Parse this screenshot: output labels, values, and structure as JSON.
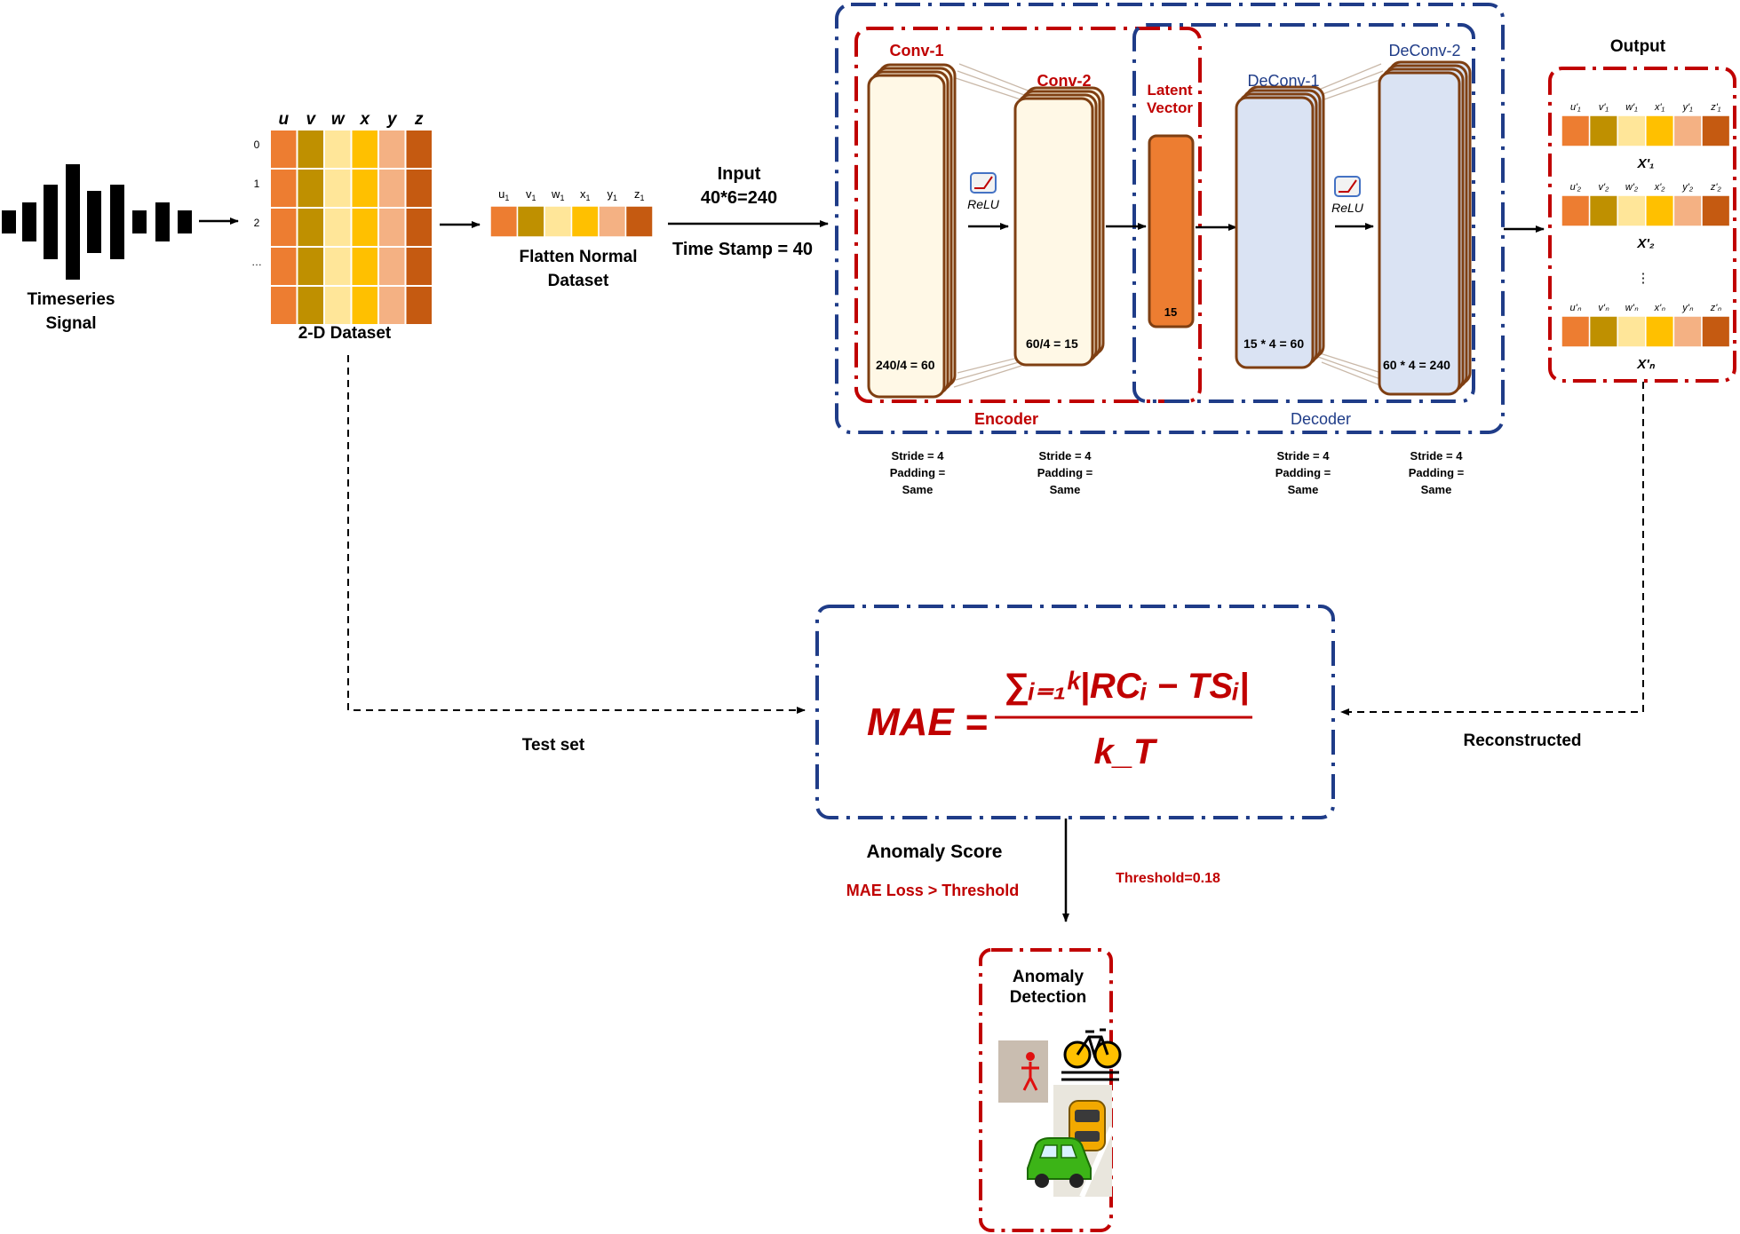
{
  "colors": {
    "orange": "#ED7D31",
    "olive": "#BF9000",
    "cream": "#FFE699",
    "gold": "#FFC000",
    "peach": "#F4B183",
    "rust": "#C55A11",
    "encoder_red": "#C00000",
    "decoder_blue": "#1F3C88",
    "conv_fill": "#FFF8E6",
    "deconv_fill": "#DAE3F3",
    "conv_stroke": "#7F3F12",
    "latent_fill": "#ED7D31"
  },
  "signal": {
    "label_line1": "Timeseries",
    "label_line2": "Signal"
  },
  "dataset2d": {
    "columns": [
      "u",
      "v",
      "w",
      "x",
      "y",
      "z"
    ],
    "rows": [
      "0",
      "1",
      "2",
      "…"
    ],
    "label": "2-D Dataset"
  },
  "flatten": {
    "cells": [
      "u",
      "v",
      "w",
      "x",
      "y",
      "z"
    ],
    "subscript": "1",
    "label_line1": "Flatten Normal",
    "label_line2": "Dataset"
  },
  "input_info": {
    "line1": "Input",
    "line2": "40*6=240",
    "line3": "Time Stamp = 40"
  },
  "model": {
    "conv1": {
      "title": "Conv-1",
      "size": "240/4 = 60",
      "stride": "Stride = 4",
      "padding": "Padding =",
      "padding2": "Same"
    },
    "conv2": {
      "title": "Conv-2",
      "size": "60/4 = 15",
      "stride": "Stride = 4",
      "padding": "Padding =",
      "padding2": "Same"
    },
    "latent": {
      "title_line1": "Latent",
      "title_line2": "Vector",
      "size": "15"
    },
    "deconv1": {
      "title": "DeConv-1",
      "size": "15 * 4 = 60",
      "stride": "Stride = 4",
      "padding": "Padding =",
      "padding2": "Same"
    },
    "deconv2": {
      "title": "DeConv-2",
      "size": "60 * 4 = 240",
      "stride": "Stride = 4",
      "padding": "Padding =",
      "padding2": "Same"
    },
    "relu": "ReLU",
    "encoder_label": "Encoder",
    "decoder_label": "Decoder"
  },
  "output": {
    "title": "Output",
    "rows": [
      {
        "label": "X'₁",
        "cells": [
          "u'₁",
          "v'₁",
          "w'₁",
          "x'₁",
          "y'₁",
          "z'₁"
        ]
      },
      {
        "label": "X'₂",
        "cells": [
          "u'₂",
          "v'₂",
          "w'₂",
          "x'₂",
          "y'₂",
          "z'₂"
        ]
      },
      {
        "label": "X'ₙ",
        "cells": [
          "u'ₙ",
          "v'ₙ",
          "w'ₙ",
          "x'ₙ",
          "y'ₙ",
          "z'ₙ"
        ]
      }
    ],
    "ellipsis": "⋮"
  },
  "formula": {
    "lhs": "MAE =",
    "numerator": "∑ᵢ₌₁ᵏ|RCᵢ − TSᵢ|",
    "denominator": "k_T"
  },
  "flows": {
    "test_set": "Test set",
    "reconstructed": "Reconstructed"
  },
  "anomaly": {
    "score_title": "Anomaly Score",
    "condition": "MAE Loss  > Threshold",
    "threshold": "Threshold=0.18",
    "detection_line1": "Anomaly",
    "detection_line2": "Detection",
    "icons": [
      "pedestrian-icon",
      "bicycle-icon",
      "yellow-car-icon",
      "green-car-icon"
    ]
  }
}
